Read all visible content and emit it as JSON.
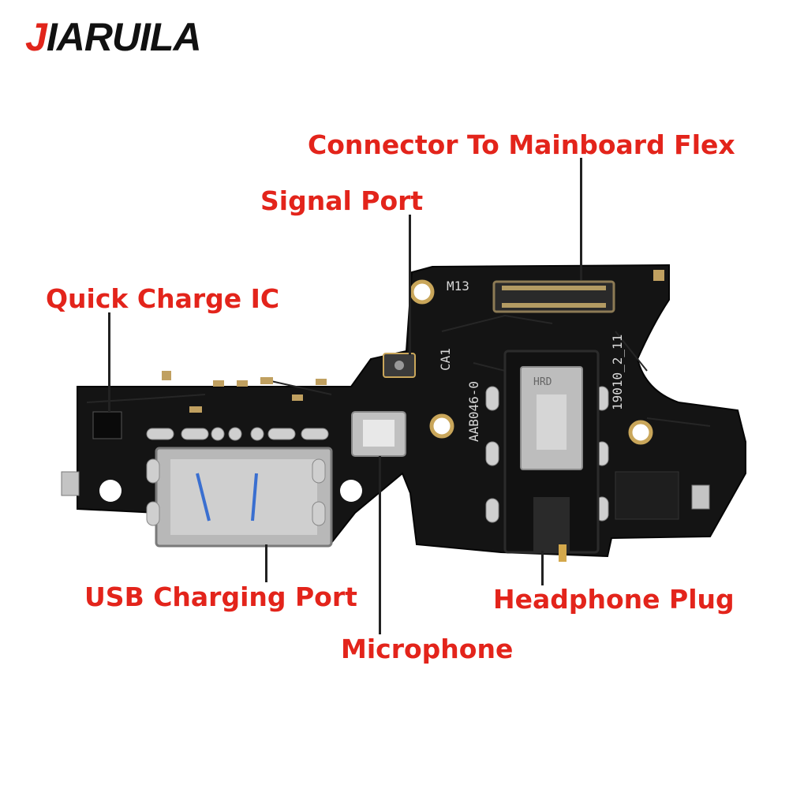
{
  "brand": {
    "first_letter": "J",
    "rest": "IARUILA",
    "accent_color": "#e1251b"
  },
  "labels": {
    "connector": "Connector To Mainboard Flex",
    "signal": "Signal Port",
    "quick_charge": "Quick Charge IC",
    "usb": "USB Charging Port",
    "headphone": "Headphone Plug",
    "microphone": "Microphone"
  },
  "label_color": "#e3241b",
  "silkscreen": {
    "m13": "M13",
    "ca1": "CA1",
    "code": "AAB046-0",
    "date": "19010_2_11",
    "jack_mark": "HRD"
  }
}
